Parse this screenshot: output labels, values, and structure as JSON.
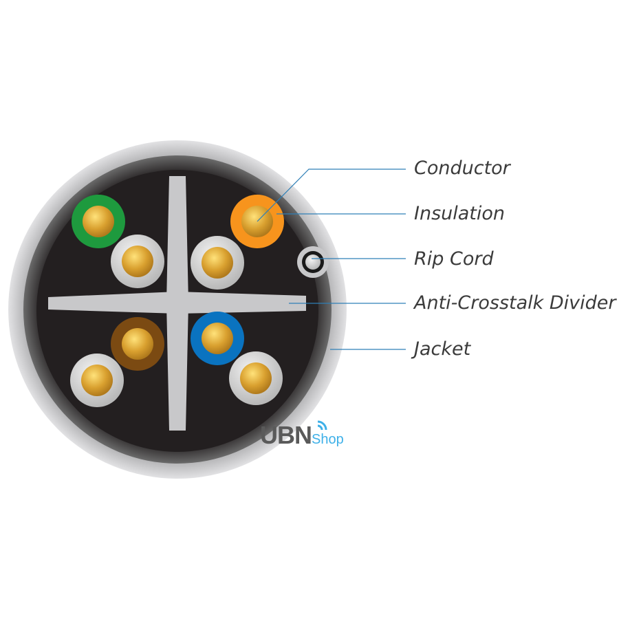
{
  "labels": {
    "conductor": "Conductor",
    "insulation": "Insulation",
    "rip_cord": "Rip Cord",
    "divider": "Anti-Crosstalk Divider",
    "jacket": "Jacket"
  },
  "logo": {
    "brand": "UBN",
    "suffix": "Shop"
  },
  "colors": {
    "leader_line": "#2f7fb6",
    "green": "#1e9a3e",
    "orange": "#f7941d",
    "brown": "#7b4a12",
    "blue": "#0a73c0",
    "white": "#d8d8d8",
    "copper": "#d9a02f"
  }
}
